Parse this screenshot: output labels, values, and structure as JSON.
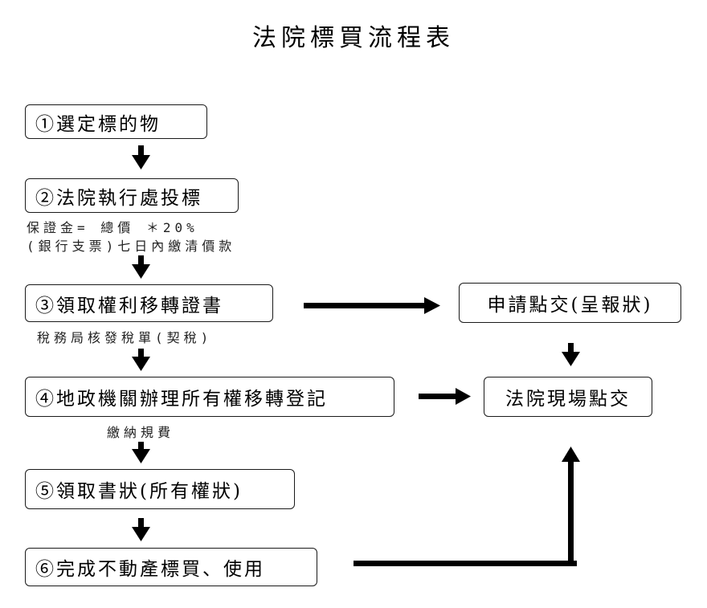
{
  "title": "法院標買流程表",
  "steps": [
    {
      "label": "①選定標的物"
    },
    {
      "label": "②法院執行處投標"
    },
    {
      "label": "③領取權利移轉證書"
    },
    {
      "label": "④地政機關辦理所有權移轉登記"
    },
    {
      "label": "⑤領取書狀(所有權狀)"
    },
    {
      "label": "⑥完成不動產標買、使用"
    }
  ],
  "notes": {
    "deposit_line1": "保證金= 總價 ＊20%",
    "deposit_line2": "(銀行支票)七日內繳清價款",
    "tax": "稅務局核發稅單(契稅)",
    "fees": "繳納規費"
  },
  "right": {
    "apply": "申請點交(呈報狀)",
    "onsite": "法院現場點交"
  }
}
